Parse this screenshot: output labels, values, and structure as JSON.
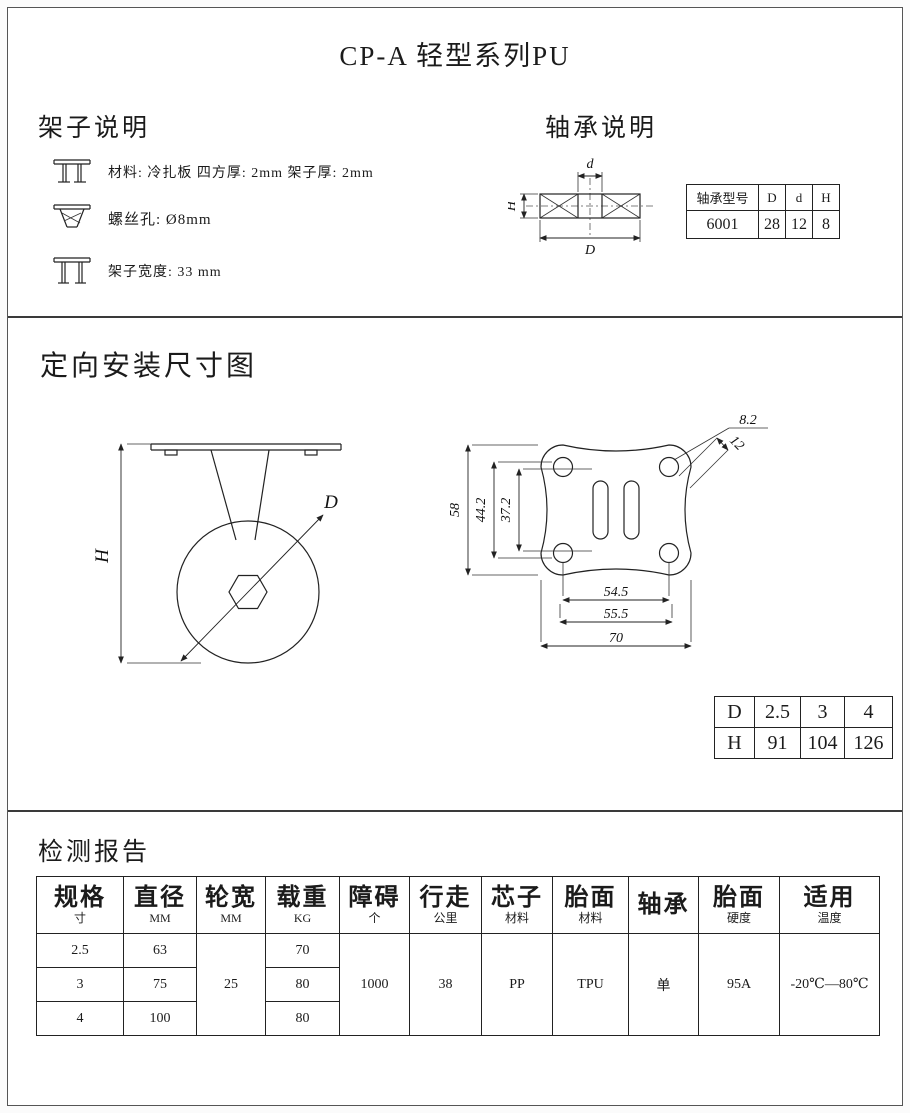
{
  "title": "CP-A  轻型系列PU",
  "frame": {
    "heading": "架子说明",
    "rows": [
      {
        "label": "材料: 冷扎板  四方厚: 2mm  架子厚: 2mm"
      },
      {
        "label": "螺丝孔: Ø8mm"
      },
      {
        "label": "架子宽度: 33 mm"
      }
    ]
  },
  "bearing": {
    "heading": "轴承说明",
    "dims": {
      "d": "d",
      "D": "D",
      "H": "H"
    },
    "table": {
      "headers": [
        "轴承型号",
        "D",
        "d",
        "H"
      ],
      "row": [
        "6001",
        "28",
        "12",
        "8"
      ]
    }
  },
  "installation": {
    "heading": "定向安装尺寸图",
    "side": {
      "h_label": "H",
      "d_label": "D"
    },
    "plate": {
      "height_total": "58",
      "height_mid": "44.2",
      "height_inner": "37.2",
      "width_inner": "54.5",
      "width_mid": "55.5",
      "width_total": "70",
      "hole_dia": "8.2",
      "corner": "12"
    },
    "dh_table": {
      "row_d": [
        "D",
        "2.5",
        "3",
        "4"
      ],
      "row_h": [
        "H",
        "91",
        "104",
        "126"
      ]
    }
  },
  "report": {
    "heading": "检测报告",
    "headers": [
      {
        "main": "规格",
        "sub": "寸"
      },
      {
        "main": "直径",
        "sub": "MM"
      },
      {
        "main": "轮宽",
        "sub": "MM"
      },
      {
        "main": "载重",
        "sub": "KG"
      },
      {
        "main": "障碍",
        "sub": "个"
      },
      {
        "main": "行走",
        "sub": "公里"
      },
      {
        "main": "芯子",
        "sub": "材料"
      },
      {
        "main": "胎面",
        "sub": "材料"
      },
      {
        "main": "轴承",
        "sub": ""
      },
      {
        "main": "胎面",
        "sub": "硬度"
      },
      {
        "main": "适用",
        "sub": "温度"
      }
    ],
    "rows": [
      {
        "spec": "2.5",
        "diameter": "63",
        "load": "70"
      },
      {
        "spec": "3",
        "diameter": "75",
        "load": "80"
      },
      {
        "spec": "4",
        "diameter": "100",
        "load": "80"
      }
    ],
    "merged": {
      "wheel_width": "25",
      "obstacles": "1000",
      "distance": "38",
      "core_material": "PP",
      "tread_material": "TPU",
      "bearing": "单",
      "tread_hardness": "95A",
      "temperature": "-20℃—80℃"
    }
  }
}
